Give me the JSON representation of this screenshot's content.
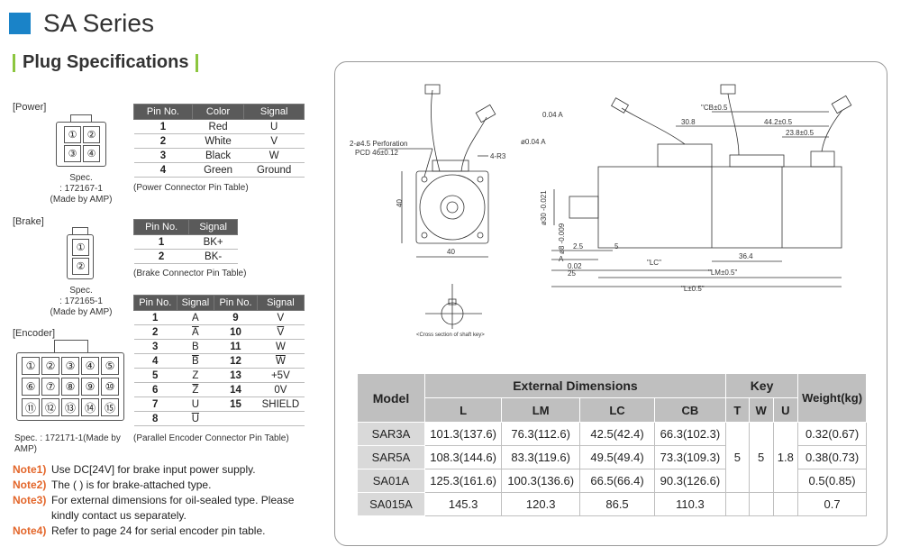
{
  "series_title": "SA Series",
  "plug_title": "Plug Specifications",
  "power": {
    "label": "[Power]",
    "pins": [
      "①",
      "②",
      "③",
      "④"
    ],
    "spec": [
      "Spec.",
      ": 172167-1",
      "(Made by AMP)"
    ],
    "headers": [
      "Pin No.",
      "Color",
      "Signal"
    ],
    "rows": [
      [
        "1",
        "Red",
        "U"
      ],
      [
        "2",
        "White",
        "V"
      ],
      [
        "3",
        "Black",
        "W"
      ],
      [
        "4",
        "Green",
        "Ground"
      ]
    ],
    "caption": "(Power Connector Pin Table)"
  },
  "brake": {
    "label": "[Brake]",
    "pins": [
      "①",
      "②"
    ],
    "spec": [
      "Spec.",
      ": 172165-1",
      "(Made by AMP)"
    ],
    "headers": [
      "Pin No.",
      "Signal"
    ],
    "rows": [
      [
        "1",
        "BK+"
      ],
      [
        "2",
        "BK-"
      ]
    ],
    "caption": "(Brake Connector Pin Table)"
  },
  "encoder": {
    "label": "[Encoder]",
    "pins": [
      "①",
      "②",
      "③",
      "④",
      "⑤",
      "⑥",
      "⑦",
      "⑧",
      "⑨",
      "⑩",
      "⑪",
      "⑫",
      "⑬",
      "⑭",
      "⑮"
    ],
    "spec": "Spec. : 172171-1(Made by AMP)",
    "headers": [
      "Pin No.",
      "Signal",
      "Pin No.",
      "Signal"
    ],
    "rows": [
      [
        "1",
        "A",
        "9",
        "V"
      ],
      [
        "2",
        "A",
        "10",
        "V"
      ],
      [
        "3",
        "B",
        "11",
        "W"
      ],
      [
        "4",
        "B",
        "12",
        "W"
      ],
      [
        "5",
        "Z",
        "13",
        "+5V"
      ],
      [
        "6",
        "Z",
        "14",
        "0V"
      ],
      [
        "7",
        "U",
        "15",
        "SHIELD"
      ],
      [
        "8",
        "U",
        "",
        ""
      ]
    ],
    "caption": "(Parallel Encoder Connector Pin Table)"
  },
  "notes": [
    {
      "tag": "Note1)",
      "text": "Use DC[24V] for brake input power supply."
    },
    {
      "tag": "Note2)",
      "text": "The (  ) is for brake-attached type."
    },
    {
      "tag": "Note3)",
      "text": "For external dimensions for oil-sealed type. Please kindly contact us separately."
    },
    {
      "tag": "Note4)",
      "text": "Refer to page 24 for serial encoder pin table."
    }
  ],
  "drawing": {
    "front_labels": {
      "perforation": "2-ø4.5 Perforation",
      "pcd": "PCD  46±0.12",
      "r": "4-R3",
      "w": "40",
      "h": "40"
    },
    "shaft_caption": "<Cross section of shaft key>",
    "side_labels": {
      "cb": "\"CB±0.5",
      "d44": "44.2±0.5",
      "d30": "30.8",
      "d238": "23.8±0.5",
      "flat": "0.04 A",
      "runout": "ø0.04 A",
      "shaft": "ø30 -0.021",
      "d8": "ø8 -0.009",
      "a": "A",
      "d002": "0.02",
      "d25": "2.5",
      "d5": "5",
      "d364": "36.4",
      "d253": "25",
      "lc": "\"LC\"",
      "lm": "\"LM±0.5\"",
      "l": "\"L±0.5\""
    }
  },
  "dims_table": {
    "model_header": "Model",
    "ext_header": "External Dimensions",
    "key_header": "Key",
    "weight_header": "Weight(kg)",
    "sub_headers": [
      "L",
      "LM",
      "LC",
      "CB"
    ],
    "key_sub": [
      "T",
      "W",
      "U"
    ],
    "key_values": [
      "5",
      "5",
      "1.8"
    ],
    "rows": [
      {
        "model": "SAR3A",
        "L": "101.3(137.6)",
        "LM": "76.3(112.6)",
        "LC": "42.5(42.4)",
        "CB": "66.3(102.3)",
        "weight": "0.32(0.67)"
      },
      {
        "model": "SAR5A",
        "L": "108.3(144.6)",
        "LM": "83.3(119.6)",
        "LC": "49.5(49.4)",
        "CB": "73.3(109.3)",
        "weight": "0.38(0.73)"
      },
      {
        "model": "SA01A",
        "L": "125.3(161.6)",
        "LM": "100.3(136.6)",
        "LC": "66.5(66.4)",
        "CB": "90.3(126.6)",
        "weight": "0.5(0.85)"
      },
      {
        "model": "SA015A",
        "L": "145.3",
        "LM": "120.3",
        "LC": "86.5",
        "CB": "110.3",
        "weight": "0.7"
      }
    ]
  },
  "colors": {
    "accent_blue": "#1a83c8",
    "accent_green": "#8cc63f",
    "note_orange": "#e3662a"
  }
}
